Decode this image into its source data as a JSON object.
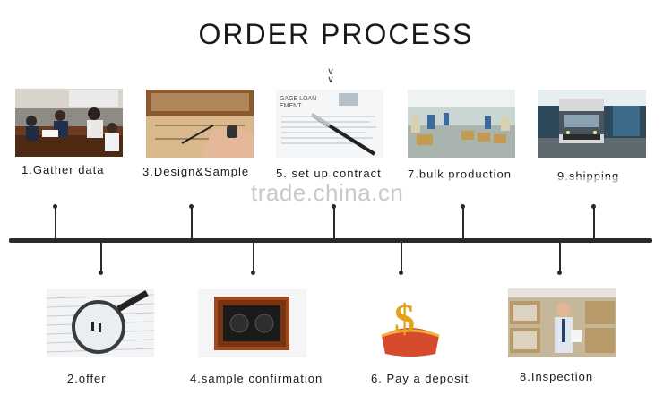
{
  "title": "ORDER PROCESS",
  "watermark": "trade.china.cn",
  "top_steps": [
    {
      "label": "1.Gather data",
      "icon": "meeting-photo"
    },
    {
      "label": "3.Design&Sample",
      "icon": "design-drawing-photo"
    },
    {
      "label": "5. set up contract",
      "icon": "contract-pen-photo"
    },
    {
      "label": "7.bulk production",
      "icon": "factory-line-photo"
    },
    {
      "label": "9.shipping",
      "icon": "truck-photo"
    }
  ],
  "bottom_steps": [
    {
      "label": "2.offer",
      "icon": "magnifier-photo"
    },
    {
      "label": "4.sample confirmation",
      "icon": "watch-winder-photo"
    },
    {
      "label": "6. Pay a deposit",
      "icon": "dollar-purse-photo"
    },
    {
      "label": "8.Inspection",
      "icon": "inspector-photo"
    }
  ],
  "colors": {
    "line": "#2a2a2a",
    "text": "#1a1a1a"
  }
}
